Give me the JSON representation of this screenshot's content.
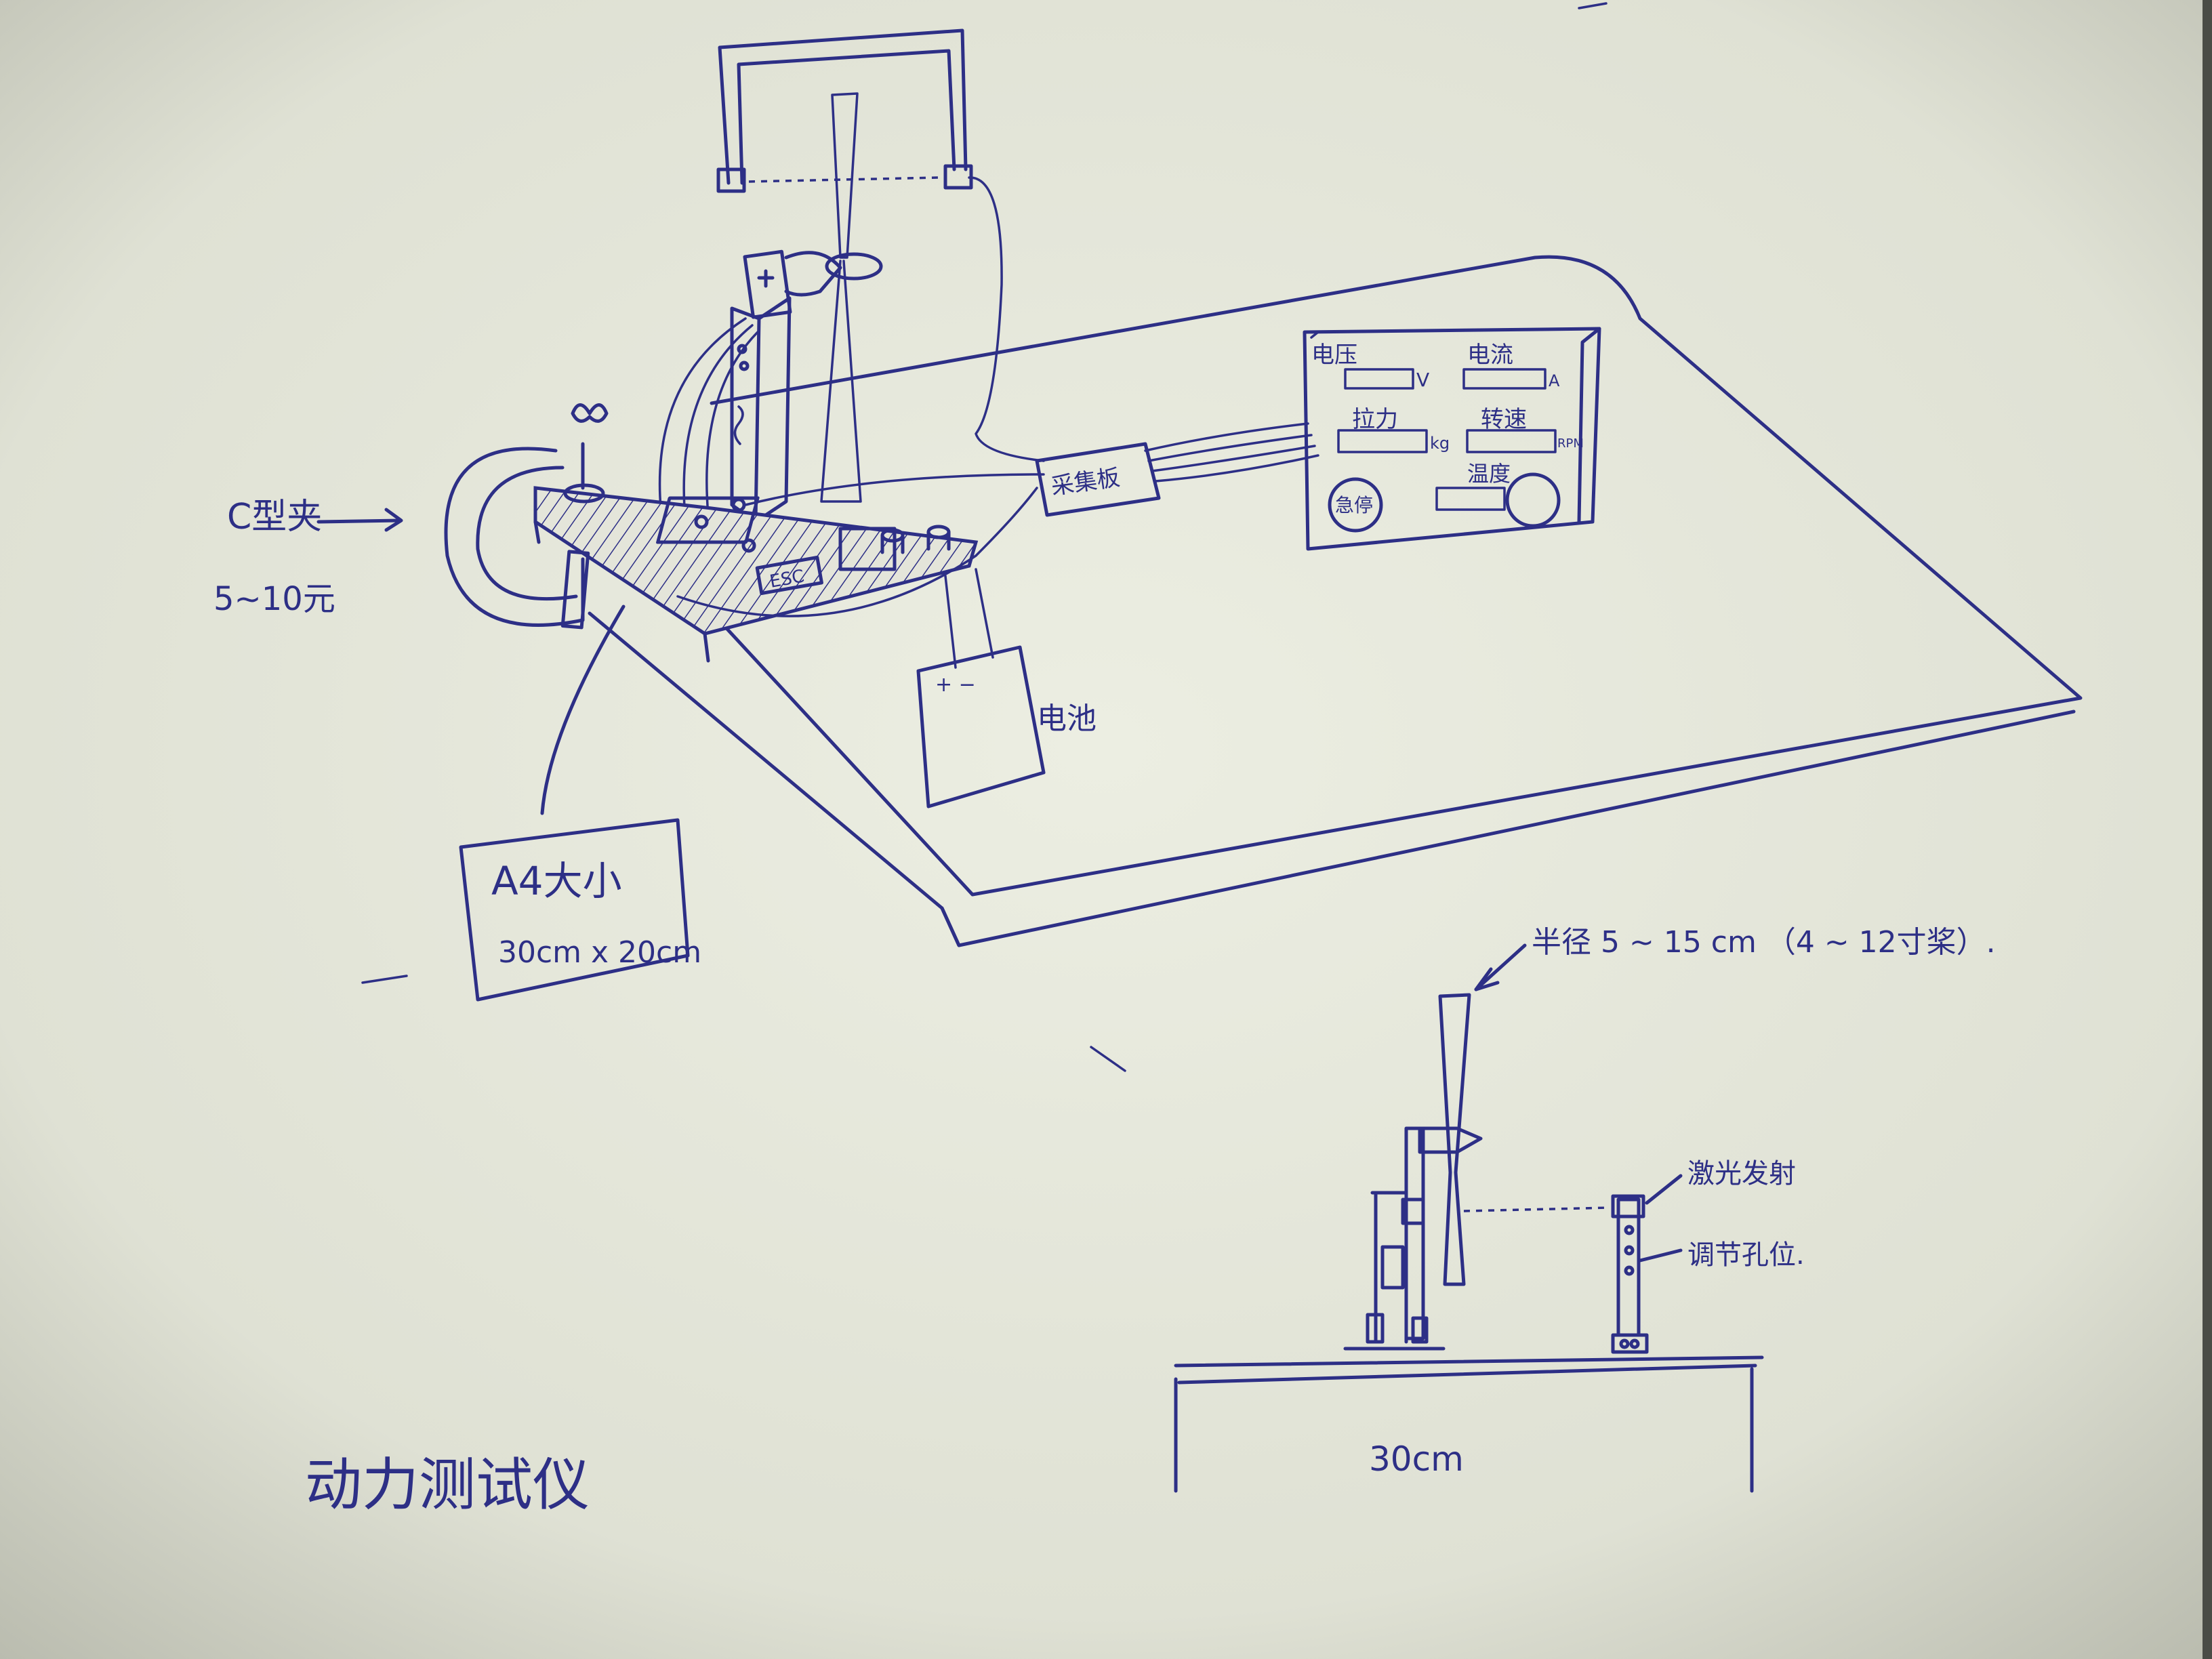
{
  "colors": {
    "paper": "#e9eadf",
    "ink": "#2d2f86",
    "background": "#4a4c46"
  },
  "labels": {
    "clamp": "C型夹",
    "clamp_price": "5~10元",
    "battery": "电池",
    "esc": "ESC",
    "board_size": "A4大小",
    "board_dims": "30cm x 20cm",
    "acquisition_board": "采集板",
    "radius_note": "半径 5 ~ 15 cm （4 ~ 12寸桨）.",
    "laser_emitter": "激光发射",
    "adjust_holes": "调节孔位.",
    "base_length": "30cm",
    "title": "动力测试仪",
    "battery_plus_minus": "+ −"
  },
  "display_panel": {
    "voltage": "电压",
    "voltage_unit": "V",
    "current": "电流",
    "current_unit": "A",
    "thrust": "拉力",
    "thrust_unit": "kg",
    "rpm": "转速",
    "rpm_unit": "RPM",
    "temperature": "温度",
    "round_label": "急停"
  }
}
